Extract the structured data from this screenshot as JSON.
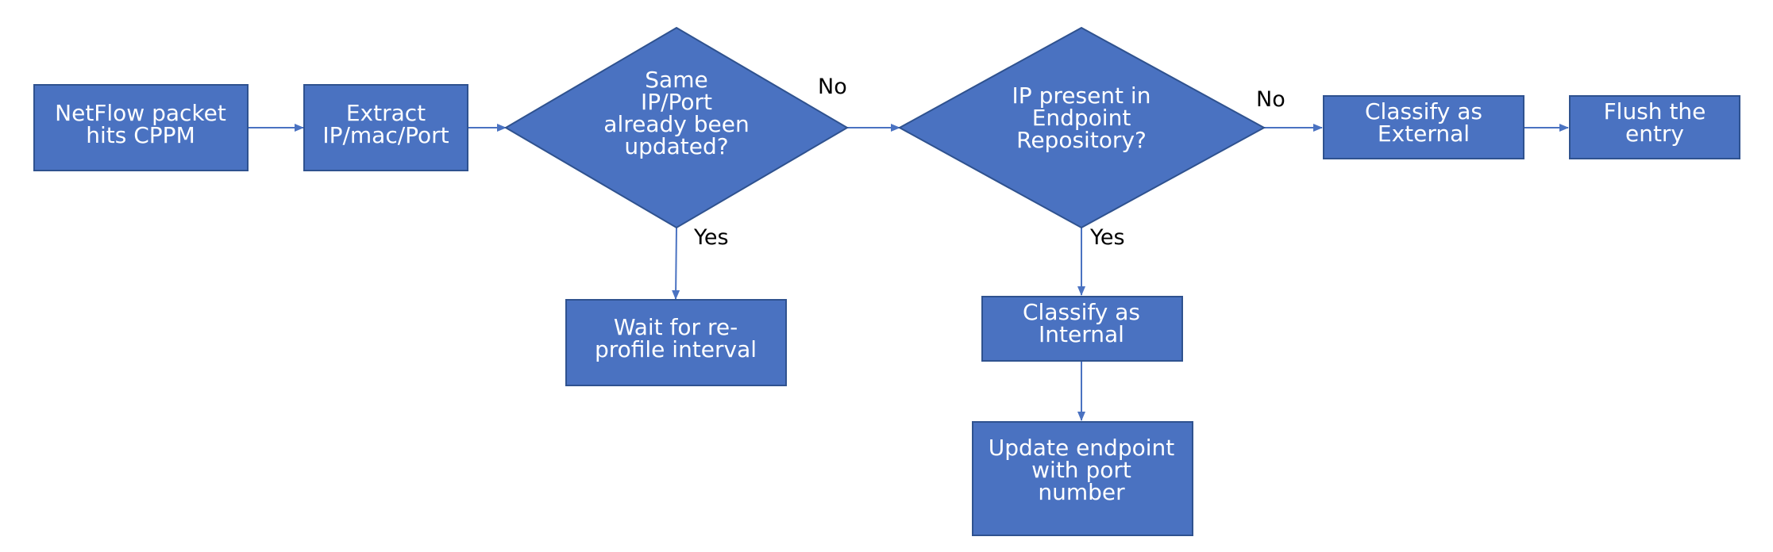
{
  "diagram": {
    "nodes": {
      "netflow": {
        "lines": [
          "NetFlow packet",
          "hits CPPM"
        ]
      },
      "extract": {
        "lines": [
          "Extract",
          "IP/mac/Port"
        ]
      },
      "same_ip_decision": {
        "lines": [
          "Same",
          "IP/Port",
          "already been",
          "updated?"
        ]
      },
      "wait": {
        "lines": [
          "Wait for re-",
          "profile interval"
        ]
      },
      "repo_decision": {
        "lines": [
          "IP present in",
          "Endpoint",
          "Repository?"
        ]
      },
      "internal": {
        "lines": [
          "Classify as",
          "Internal"
        ]
      },
      "update_endpoint": {
        "lines": [
          "Update endpoint",
          "with port",
          "number"
        ]
      },
      "external": {
        "lines": [
          "Classify as",
          "External"
        ]
      },
      "flush": {
        "lines": [
          "Flush the",
          "entry"
        ]
      }
    },
    "edge_labels": {
      "same_no": "No",
      "same_yes": "Yes",
      "repo_no": "No",
      "repo_yes": "Yes"
    },
    "colors": {
      "node_fill": "#4a72c1",
      "node_stroke": "#2f528f",
      "edge": "#4a72c1",
      "node_text": "#ffffff",
      "label_text": "#000000"
    }
  }
}
